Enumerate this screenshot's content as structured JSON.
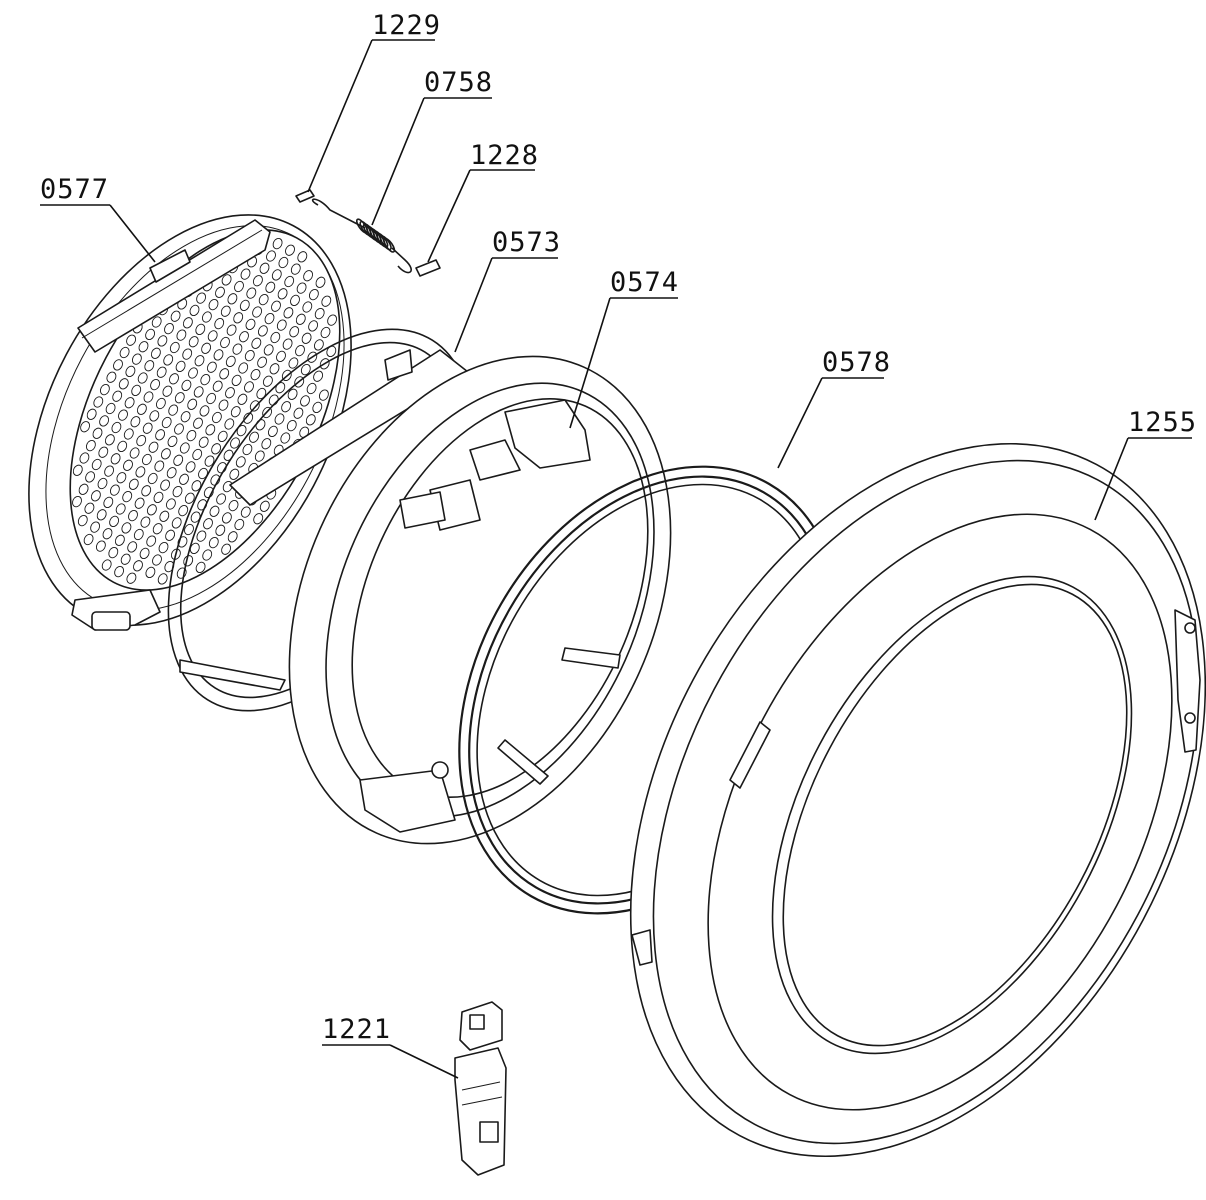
{
  "callouts": [
    {
      "id": "1229",
      "label": "1229"
    },
    {
      "id": "0758",
      "label": "0758"
    },
    {
      "id": "1228",
      "label": "1228"
    },
    {
      "id": "0577",
      "label": "0577"
    },
    {
      "id": "0573",
      "label": "0573"
    },
    {
      "id": "0574",
      "label": "0574"
    },
    {
      "id": "0578",
      "label": "0578"
    },
    {
      "id": "1255",
      "label": "1255"
    },
    {
      "id": "1221",
      "label": "1221"
    }
  ],
  "colors": {
    "line": "#1a1a1a",
    "background": "#ffffff"
  }
}
